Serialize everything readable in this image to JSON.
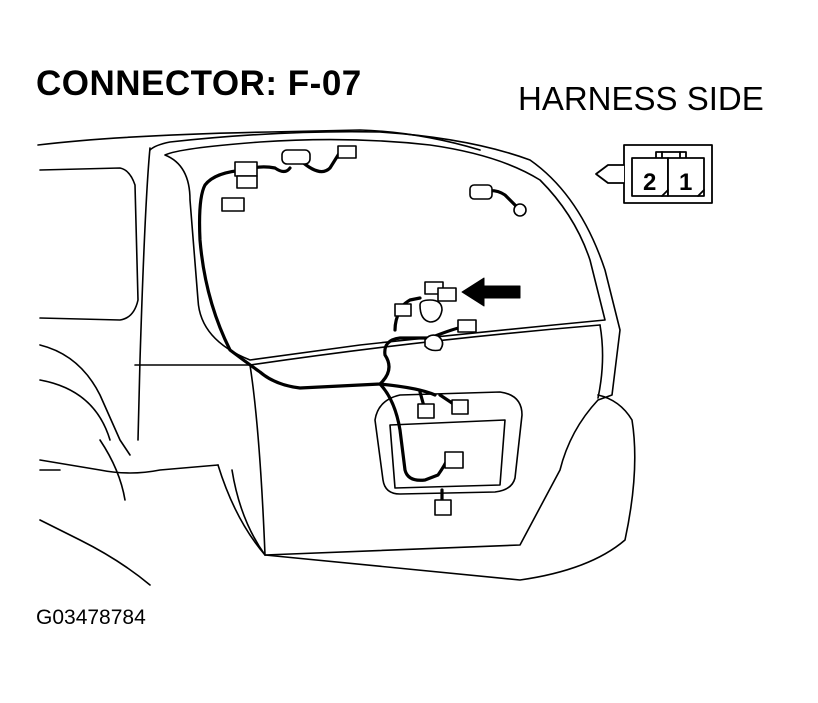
{
  "title": "CONNECTOR: F-07",
  "view_label": "HARNESS SIDE",
  "figure_id": "G03478784",
  "connector_pins": [
    "2",
    "1"
  ]
}
